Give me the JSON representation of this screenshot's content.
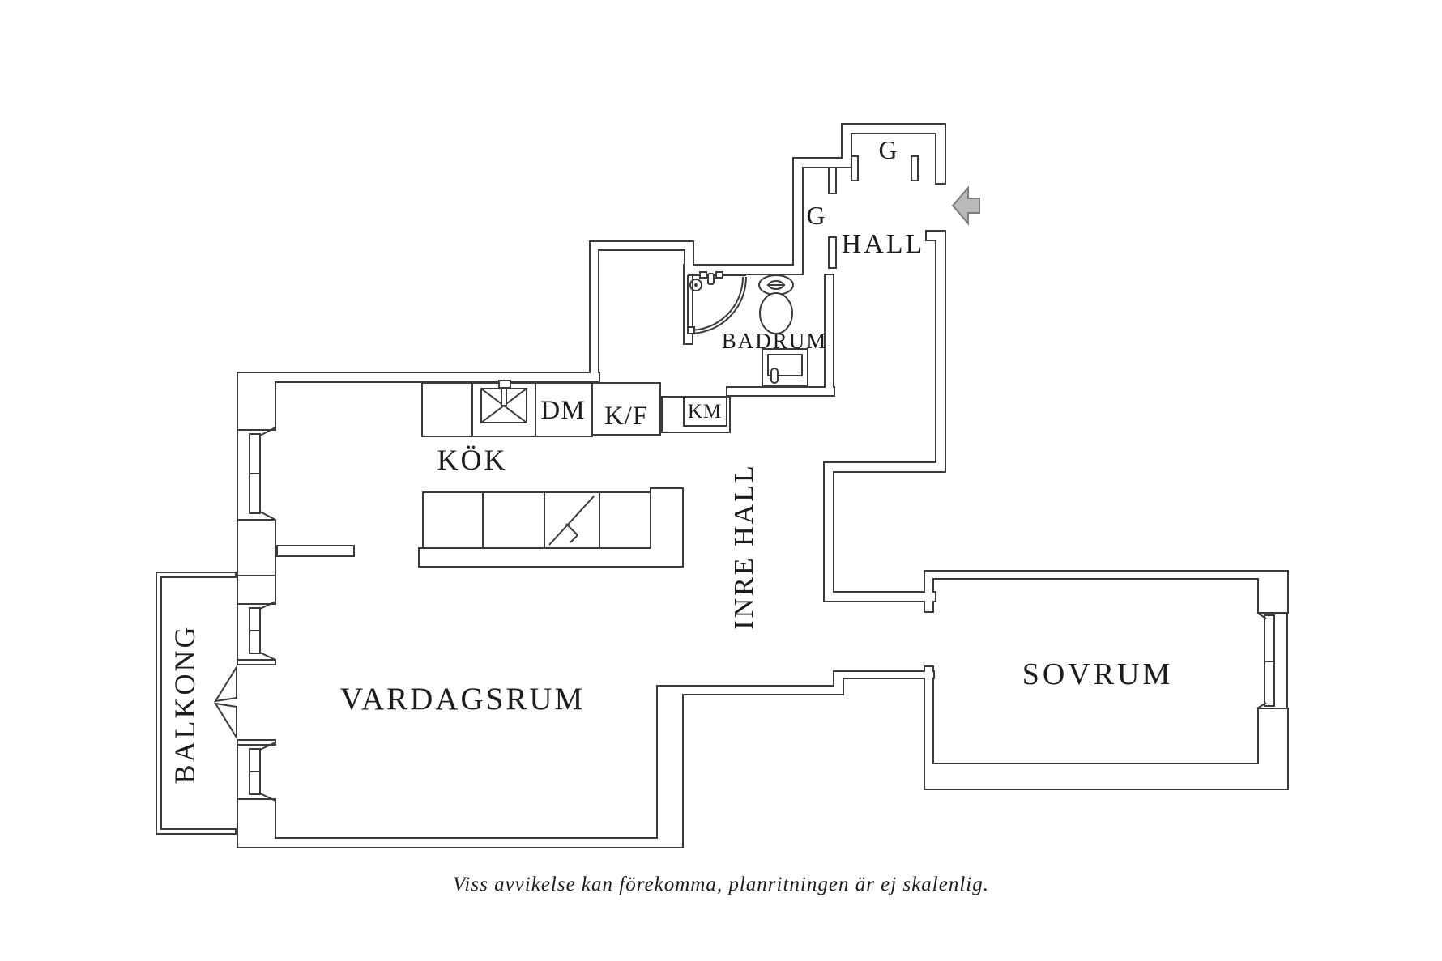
{
  "plan": {
    "room_labels": {
      "hall": "HALL",
      "inner_hall": "INRE HALL",
      "kitchen": "KÖK",
      "living_room": "VARDAGSRUM",
      "bedroom": "SOVRUM",
      "bathroom": "BADRUM",
      "balcony": "BALKONG"
    },
    "fixture_labels": {
      "dishwasher": "DM",
      "fridge_freezer": "K/F",
      "washing_machine": "KM",
      "wardrobe_hall_top": "G",
      "wardrobe_hall_left": "G"
    },
    "entrance": {
      "arrow_direction": "left"
    },
    "caption": "Viss avvikelse kan förekomma, planritningen är ej skalenlig.",
    "colors": {
      "wall": "#3a3a3a",
      "bg": "#ffffff",
      "ink": "#1c1c1c",
      "arrow-fill": "#b9bab9",
      "arrow-stroke": "#7d7f7d"
    }
  }
}
